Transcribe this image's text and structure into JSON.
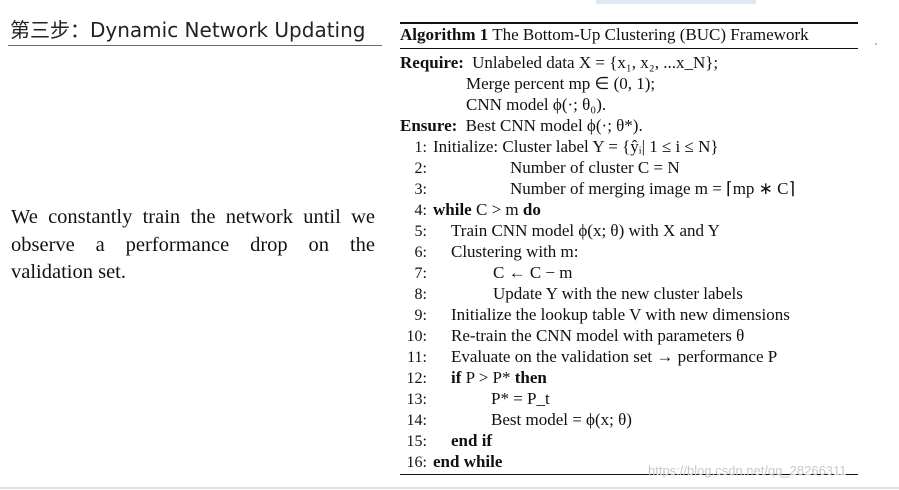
{
  "left_panel": {
    "title": "第三步：Dynamic Network Updating",
    "description": "We constantly train the network until we observe a performance drop on the validation set."
  },
  "algorithm": {
    "label": "Algorithm 1",
    "caption": "The Bottom-Up Clustering (BUC) Framework",
    "require_keyword": "Require:",
    "require_lines": [
      "Unlabeled data X = {x₁, x₂, ...x_N};",
      "Merge percent mp ∈ (0, 1);",
      "CNN model ϕ(·; θ₀)."
    ],
    "ensure_keyword": "Ensure:",
    "ensure_text": "Best CNN model ϕ(·; θ*).",
    "steps": [
      {
        "n": "1:",
        "text": "Initialize: Cluster label Y = {ŷᵢ| 1 ≤ i ≤ N}"
      },
      {
        "n": "2:",
        "text": "Number of cluster C = N"
      },
      {
        "n": "3:",
        "text": "Number of merging image m = ⌈mp ∗ C⌉"
      },
      {
        "n": "4:",
        "kw": "while",
        "text": "C > m",
        "kw2": "do"
      },
      {
        "n": "5:",
        "text": "Train CNN model ϕ(x; θ) with X and Y"
      },
      {
        "n": "6:",
        "text": "Clustering with m:"
      },
      {
        "n": "7:",
        "text": "C ← C − m"
      },
      {
        "n": "8:",
        "text": "Update Y with the new cluster labels"
      },
      {
        "n": "9:",
        "text": "Initialize the lookup table V with new dimensions"
      },
      {
        "n": "10:",
        "text": "Re-train the CNN model with parameters θ"
      },
      {
        "n": "11:",
        "text": "Evaluate on the validation set → performance P"
      },
      {
        "n": "12:",
        "kw": "if",
        "text": "P > P*",
        "kw2": "then"
      },
      {
        "n": "13:",
        "text": "P* = P_t"
      },
      {
        "n": "14:",
        "text": "Best model = ϕ(x; θ)"
      },
      {
        "n": "15:",
        "kw": "end if",
        "text": ""
      },
      {
        "n": "16:",
        "kw": "end while",
        "text": ""
      }
    ]
  },
  "watermark": "https://blog.csdn.net/qq_28266311"
}
